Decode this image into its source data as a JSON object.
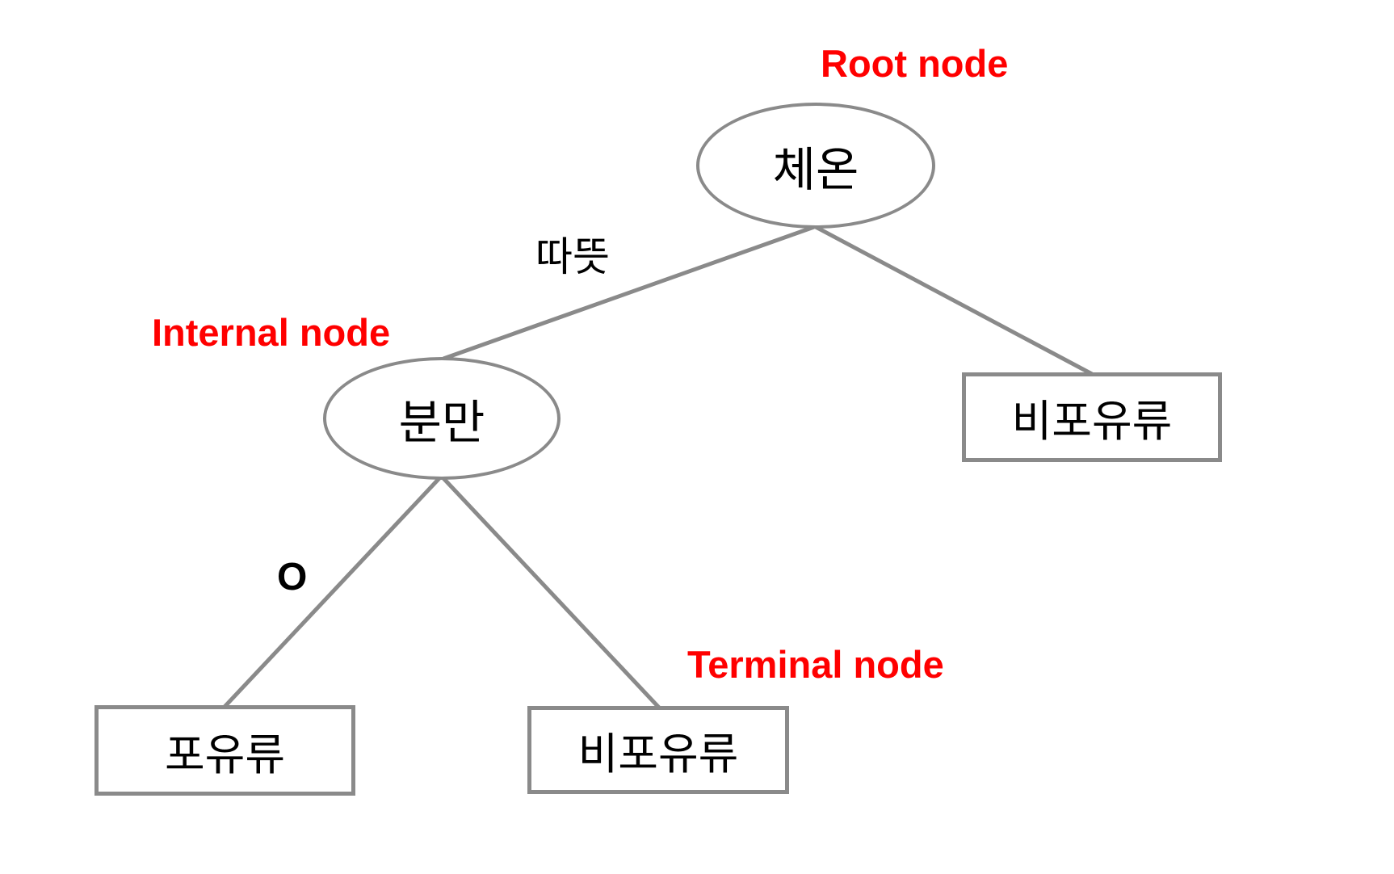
{
  "diagram": {
    "type": "decision-tree",
    "annotations": {
      "root_label": "Root node",
      "internal_label": "Internal node",
      "terminal_label": "Terminal node"
    },
    "nodes": {
      "root": "체온",
      "internal": "분만",
      "leaf_right": "비포유류",
      "leaf_left": "포유류",
      "leaf_middle": "비포유류"
    },
    "edge_labels": {
      "root_to_internal": "따뜻",
      "internal_to_left_leaf": "O"
    },
    "colors": {
      "annotation_red": "#ff0000",
      "line_gray": "#8a8a8a",
      "node_text": "#000000",
      "background": "#ffffff"
    }
  }
}
